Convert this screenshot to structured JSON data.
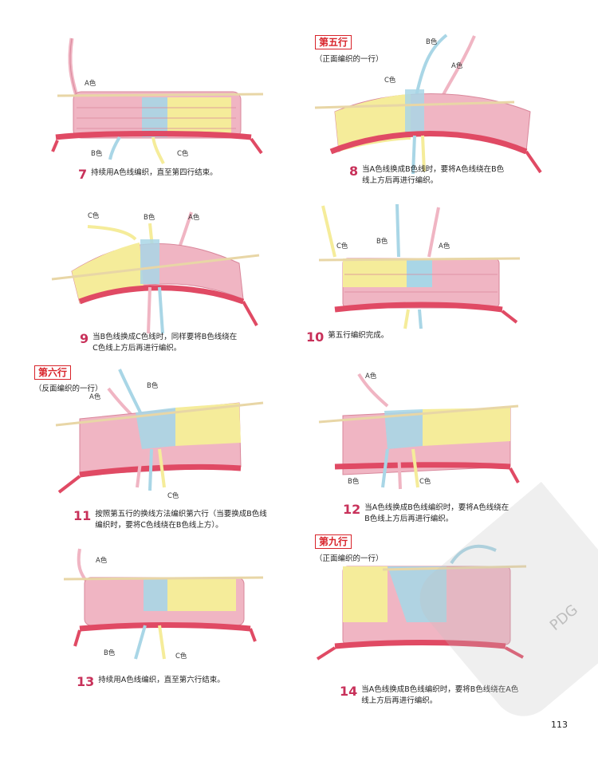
{
  "colors": {
    "pink": "#f0b5c3",
    "pink_dark": "#d9879b",
    "yellow": "#f5ec9a",
    "blue": "#a9d6e6",
    "red": "#e04a64",
    "needle": "#e8d6a6",
    "step_number": "#c8315a",
    "tag": "#d8232a"
  },
  "yarn_labels": {
    "a": "A色",
    "b": "B色",
    "c": "C色"
  },
  "row_tags": {
    "row5": "第五行",
    "row5_note": "（正面编织的一行）",
    "row6": "第六行",
    "row6_note": "（反面编织的一行）",
    "row9": "第九行",
    "row9_note": "（正面编织的一行）"
  },
  "steps": [
    {
      "number": "7",
      "text": "持续用A色线编织，直至第四行结束。"
    },
    {
      "number": "8",
      "text": "当A色线换成B色线时，要将A色线绕在B色线上方后再进行编织。"
    },
    {
      "number": "9",
      "text": "当B色线换成C色线时，同样要将B色线绕在C色线上方后再进行编织。"
    },
    {
      "number": "10",
      "text": "第五行编织完成。"
    },
    {
      "number": "11",
      "text": "按照第五行的换线方法编织第六行（当要换成B色线编织时，要将C色线绕在B色线上方）。"
    },
    {
      "number": "12",
      "text": "当A色线换成B色线编织时，要将A色线绕在B色线上方后再进行编织。"
    },
    {
      "number": "13",
      "text": "持续用A色线编织，直至第六行结束。"
    },
    {
      "number": "14",
      "text": "当A色线换成B色线编织时，要将B色线绕在A色线上方后再进行编织。"
    }
  ],
  "page_number": "113",
  "watermark": "PDG"
}
